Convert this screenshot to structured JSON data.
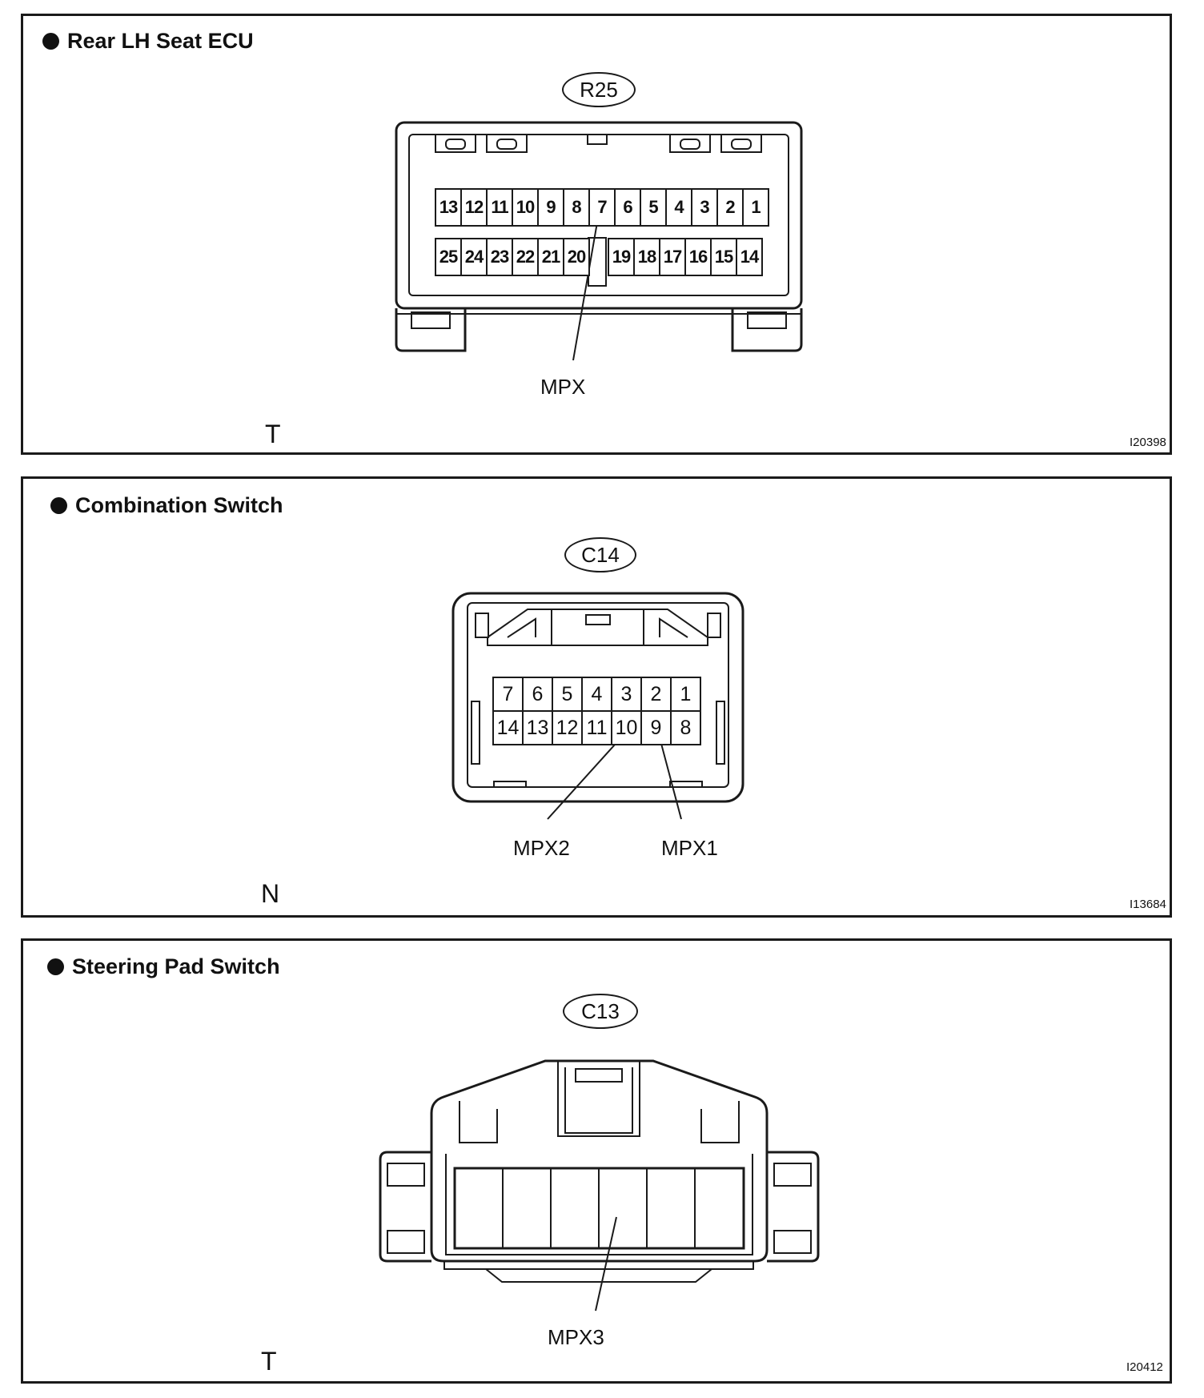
{
  "panels": [
    {
      "title": "Rear LH Seat ECU",
      "code": "R25",
      "pins_top": [
        "13",
        "12",
        "11",
        "10",
        "9",
        "8",
        "7",
        "6",
        "5",
        "4",
        "3",
        "2",
        "1"
      ],
      "pins_bottom_left": [
        "25",
        "24",
        "23",
        "22",
        "21",
        "20"
      ],
      "pins_bottom_right": [
        "19",
        "18",
        "17",
        "16",
        "15",
        "14"
      ],
      "labels": [
        "MPX"
      ],
      "letter": "T",
      "figure_id": "I20398"
    },
    {
      "title": "Combination Switch",
      "code": "C14",
      "pins_top": [
        "7",
        "6",
        "5",
        "4",
        "3",
        "2",
        "1"
      ],
      "pins_bottom": [
        "14",
        "13",
        "12",
        "11",
        "10",
        "9",
        "8"
      ],
      "labels": [
        "MPX2",
        "MPX1"
      ],
      "letter": "N",
      "figure_id": "I13684"
    },
    {
      "title": "Steering Pad Switch",
      "code": "C13",
      "pin_count": 6,
      "labels": [
        "MPX3"
      ],
      "letter": "T",
      "figure_id": "I20412"
    }
  ]
}
